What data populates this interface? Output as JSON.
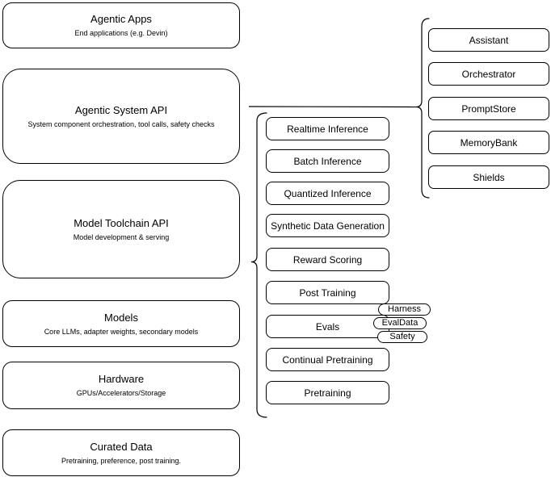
{
  "diagram": {
    "layers": [
      {
        "title": "Agentic Apps",
        "subtitle": "End applications (e.g. Devin)"
      },
      {
        "title": "Agentic System API",
        "subtitle": "System component orchestration, tool calls, safety checks"
      },
      {
        "title": "Model Toolchain API",
        "subtitle": "Model development & serving"
      },
      {
        "title": "Models",
        "subtitle": "Core LLMs, adapter weights, secondary models"
      },
      {
        "title": "Hardware",
        "subtitle": "GPUs/Accelerators/Storage"
      },
      {
        "title": "Curated Data",
        "subtitle": "Pretraining, preference, post training."
      }
    ],
    "toolchain_services": [
      "Realtime Inference",
      "Batch Inference",
      "Quantized Inference",
      "Synthetic Data Generation",
      "Reward Scoring",
      "Post Training",
      "Evals",
      "Continual Pretraining",
      "Pretraining"
    ],
    "eval_components": [
      "Harness",
      "EvalData",
      "Safety"
    ],
    "system_components": [
      "Assistant",
      "Orchestrator",
      "PromptStore",
      "MemoryBank",
      "Shields"
    ],
    "colors": {
      "stroke": "#000000",
      "fill": "#ffffff",
      "text": "#000000"
    }
  }
}
